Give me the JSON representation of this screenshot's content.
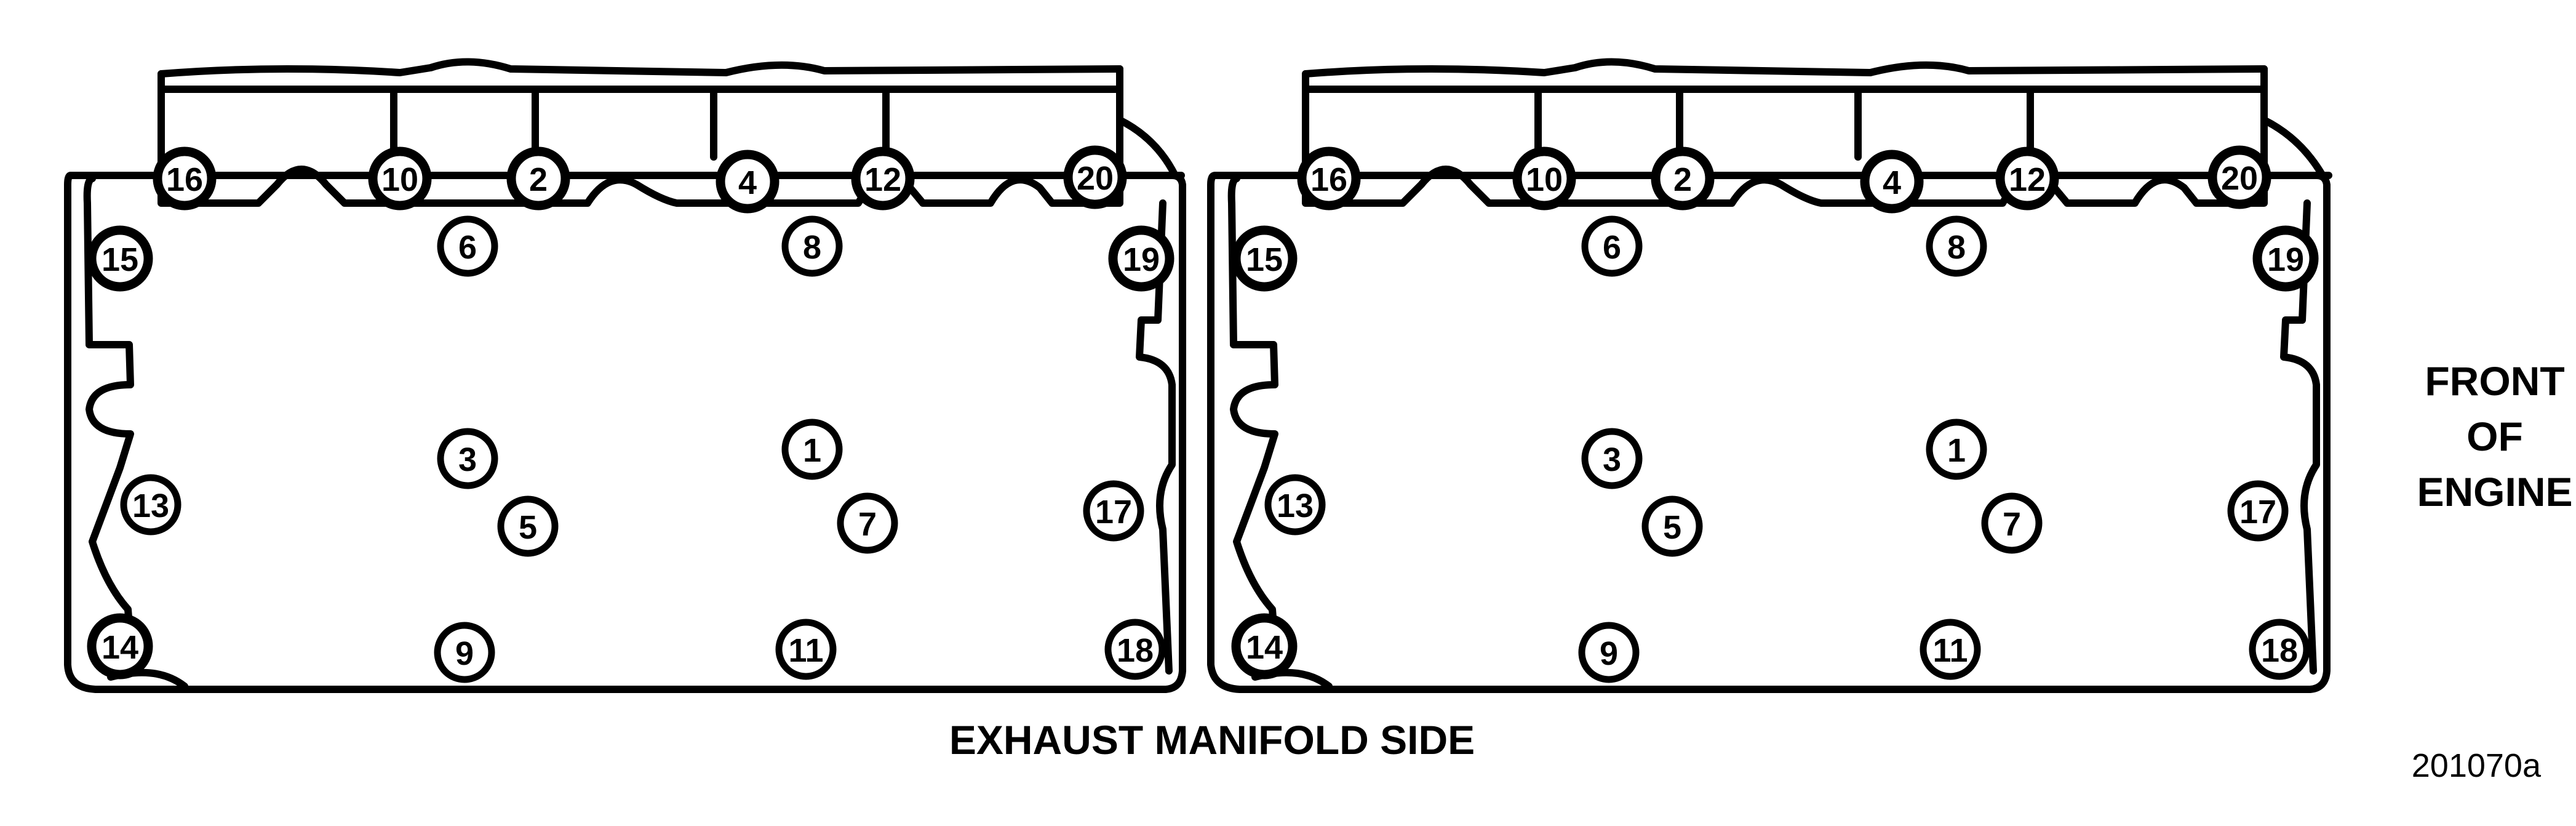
{
  "labels": {
    "side": "EXHAUST MANIFOLD SIDE",
    "front": [
      "FRONT",
      "OF",
      "ENGINE"
    ],
    "figure_id": "201070a"
  },
  "heads": [
    {
      "bolts": [
        {
          "n": "16"
        },
        {
          "n": "10"
        },
        {
          "n": "2"
        },
        {
          "n": "4"
        },
        {
          "n": "12"
        },
        {
          "n": "20"
        },
        {
          "n": "6"
        },
        {
          "n": "8"
        },
        {
          "n": "15"
        },
        {
          "n": "19"
        },
        {
          "n": "3"
        },
        {
          "n": "1"
        },
        {
          "n": "5"
        },
        {
          "n": "7"
        },
        {
          "n": "13"
        },
        {
          "n": "17"
        },
        {
          "n": "14"
        },
        {
          "n": "9"
        },
        {
          "n": "11"
        },
        {
          "n": "18"
        }
      ]
    },
    {
      "bolts": [
        {
          "n": "16"
        },
        {
          "n": "10"
        },
        {
          "n": "2"
        },
        {
          "n": "4"
        },
        {
          "n": "12"
        },
        {
          "n": "20"
        },
        {
          "n": "6"
        },
        {
          "n": "8"
        },
        {
          "n": "15"
        },
        {
          "n": "19"
        },
        {
          "n": "3"
        },
        {
          "n": "1"
        },
        {
          "n": "5"
        },
        {
          "n": "7"
        },
        {
          "n": "13"
        },
        {
          "n": "17"
        },
        {
          "n": "14"
        },
        {
          "n": "9"
        },
        {
          "n": "11"
        },
        {
          "n": "18"
        }
      ]
    }
  ]
}
